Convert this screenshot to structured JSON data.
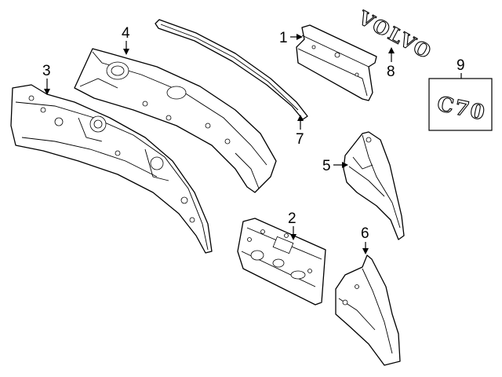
{
  "callouts": {
    "c1": "1",
    "c2": "2",
    "c3": "3",
    "c4": "4",
    "c5": "5",
    "c6": "6",
    "c7": "7",
    "c8": "8",
    "c9": "9"
  },
  "emblems": {
    "volvo": "VOLVO",
    "model": "C70"
  },
  "colors": {
    "line": "#000000",
    "background": "#ffffff"
  }
}
